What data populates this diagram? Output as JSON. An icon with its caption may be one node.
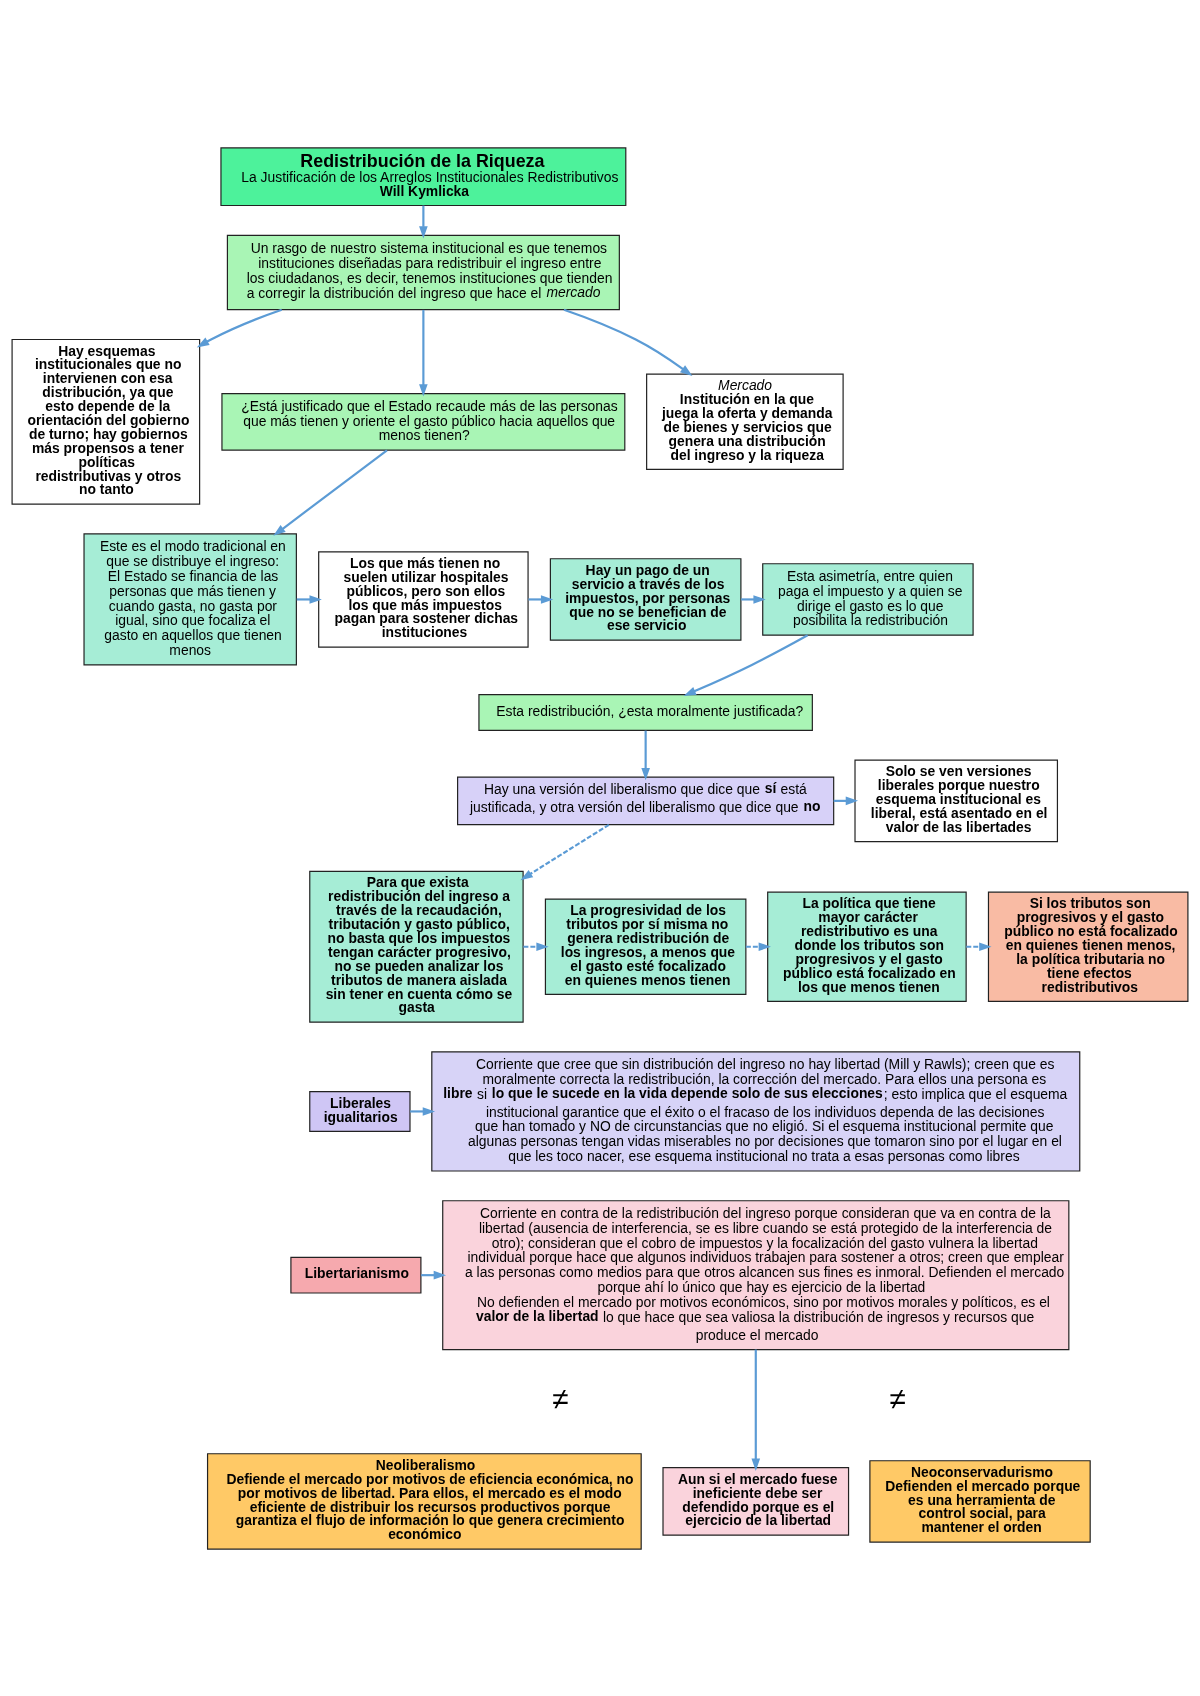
{
  "diagram": {
    "nodes": [
      {
        "text": [
          "Redistribución de la Riqueza",
          "La Justificación de los Arreglos Institucionales Redistributivos",
          "Will Kymlicka"
        ]
      },
      {
        "text": [
          "Hay esquemas institucionales que no intervienen con esa distribución, ya que esto depende de la orientación del gobierno de turno; hay gobiernos más propensos a tener políticas redistributivas y otros no tanto"
        ]
      },
      {
        "text": [
          "Un rasgo de nuestro sistema institucional es que tenemos instituciones diseñadas para redistribuir el ingreso entre los ciudadanos, es decir, tenemos instituciones que tienden a corregir la distribución del ingreso que hace el *mercado*"
        ]
      },
      {
        "text": [
          "Mercado",
          "Institución en la que juega la oferta y demanda de bienes y servicios que genera una distribución del ingreso y la riqueza"
        ]
      },
      {
        "text": [
          "¿Está justificado que el Estado recaude más de las personas que más tienen y oriente el gasto público hacia aquellos que menos tienen?"
        ]
      },
      {
        "text": [
          "Este es el modo tradicional en que se distribuye el ingreso: El Estado se financia de las personas que más tienen y cuando gasta, no gasta por igual, sino que focaliza el gasto en aquellos que tienen menos"
        ]
      },
      {
        "text": [
          "Los que más tienen no suelen utilizar hospitales públicos, pero son ellos los que más impuestos pagan para sostener dichas instituciones"
        ]
      },
      {
        "text": [
          "Hay un pago de un servicio a través de los impuestos, por personas que no se benefician de ese servicio"
        ]
      },
      {
        "text": [
          "Esta asimetría, entre quien paga el impuesto y a quien se dirige el gasto es lo que posibilita la redistribución"
        ]
      },
      {
        "text": [
          "Esta redistribución, ¿esta moralmente justificada?"
        ]
      },
      {
        "text": [
          "Hay una versión del liberalismo que dice que **sí** está justificada, y otra versión del liberalismo que dice que **no**"
        ]
      },
      {
        "text": [
          "Solo se ven versiones liberales porque nuestro esquema institucional es liberal, está asentado en el valor de las libertades"
        ]
      },
      {
        "text": [
          "Para que exista redistribución del ingreso a través de la recaudación, tributación y gasto público, no basta que los impuestos tengan carácter progresivo, no se pueden analizar los tributos de manera aislada sin tener en cuenta cómo se gasta"
        ]
      },
      {
        "text": [
          "La progresividad de los tributos por sí misma no genera redistribución de los ingresos, a menos que el gasto esté focalizado en quienes menos tienen"
        ]
      },
      {
        "text": [
          "La política que tiene mayor carácter redistributivo es una donde los tributos son progresivos y el gasto público está focalizado en los que menos tienen"
        ]
      },
      {
        "text": [
          "Si los tributos son progresivos y el gasto público no está focalizado en quienes tienen menos, la política tributaria no tiene efectos redistributivos"
        ]
      },
      {
        "text": [
          "Liberales igualitarios"
        ]
      },
      {
        "text": [
          "Corriente que cree que sin distribución del ingreso no hay libertad (Mill y Rawls); creen que es moralmente correcta la redistribución, la corrección del mercado. Para ellos una persona es **libre** si **lo que le sucede en la vida depende solo de sus elecciones**; esto implica que el esquema institucional garantice que el éxito o el fracaso de los individuos dependa de las decisiones que han tomado y NO de circunstancias que no eligió. Si el esquema institucional permite que algunas personas tengan vidas miserables no por decisiones que tomaron sino por el lugar en el que les toco nacer, ese esquema institucional no trata a esas personas como libres"
        ]
      },
      {
        "text": [
          "Libertarianismo"
        ]
      },
      {
        "text": [
          "Corriente en contra de la redistribución del ingreso porque consideran que va en contra de la libertad (ausencia de interferencia, se es libre cuando se está protegido de la interferencia de otro); consideran que el cobro de impuestos y la focalización del gasto vulnera la libertad individual porque hace que algunos individuos trabajen para sostener a otros; creen que emplear a las personas como medios para que otros alcancen sus fines es inmoral. Defienden el mercado porque ahí lo único que hay es ejercicio de la libertad",
          "No defienden el mercado por motivos económicos, sino por motivos morales y políticos, es el **valor de la libertad** lo que hace que sea valiosa la distribución de ingresos y recursos que produce el mercado"
        ]
      },
      {
        "text": [
          "Neoliberalismo",
          "Defiende el mercado por motivos de eficiencia económica, no por motivos de libertad. Para ellos, el mercado es el modo eficiente de distribuir los recursos productivos porque garantiza el flujo de información lo que genera crecimiento económico"
        ]
      },
      {
        "text": [
          "Aun si el mercado fuese ineficiente debe ser defendido porque es el ejercicio de la libertad"
        ]
      },
      {
        "text": [
          "Neoconservadurismo",
          "Defienden el mercado porque es una herramienta de control social, para mantener el orden"
        ]
      }
    ],
    "edges": [
      {
        "from": 0,
        "to": 2,
        "arrow": "to"
      },
      {
        "from": 2,
        "to": 1,
        "arrow": "to"
      },
      {
        "from": 2,
        "to": 3,
        "arrow": "to"
      },
      {
        "from": 2,
        "to": 4,
        "arrow": "to"
      },
      {
        "from": 4,
        "to": 5,
        "arrow": "to"
      },
      {
        "from": 5,
        "to": 6,
        "arrow": "to"
      },
      {
        "from": 6,
        "to": 7,
        "arrow": "to"
      },
      {
        "from": 7,
        "to": 8,
        "arrow": "to"
      },
      {
        "from": 8,
        "to": 9,
        "arrow": "to"
      },
      {
        "from": 9,
        "to": 10,
        "arrow": "to"
      },
      {
        "from": 10,
        "to": 12,
        "arrow": "to",
        "style": "dashed"
      },
      {
        "from": 10,
        "to": 11,
        "arrow": "to"
      },
      {
        "from": 12,
        "to": 13,
        "arrow": "to",
        "style": "dashed"
      },
      {
        "from": 13,
        "to": 14,
        "arrow": "to",
        "style": "dashed"
      },
      {
        "from": 14,
        "to": 15,
        "arrow": "to",
        "style": "dashed"
      },
      {
        "from": 16,
        "to": 17,
        "arrow": "to"
      },
      {
        "from": 18,
        "to": 19,
        "arrow": "to"
      },
      {
        "from": 19,
        "to": 21,
        "arrow": "to"
      }
    ],
    "labels": [
      "≠",
      "≠"
    ]
  }
}
